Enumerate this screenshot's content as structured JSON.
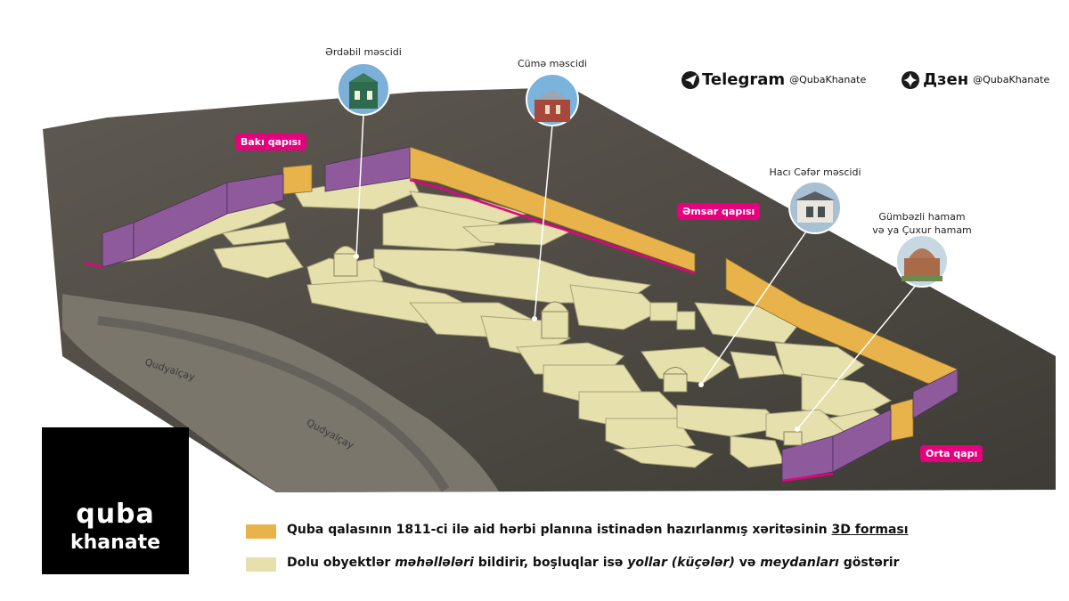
{
  "social": {
    "telegram_label": "Telegram",
    "telegram_handle": "@QubaKhanate",
    "dzen_label": "Дзен",
    "dzen_handle": "@QubaKhanate"
  },
  "landmarks": {
    "erdebil_mosque": "Ərdəbil məscidi",
    "cume_mosque": "Cümə məscidi",
    "haci_cefer_mosque": "Hacı Cəfər məscidi",
    "gumbezli_hamam_line1": "Gümbəzli hamam",
    "gumbezli_hamam_line2": "və ya Çuxur hamam"
  },
  "gates": {
    "baki": "Bakı qapısı",
    "emsar": "Əmsar qapısı",
    "orta": "Orta qapı"
  },
  "river": {
    "label_1": "Qudyalçay",
    "label_2": "Qudyalçay"
  },
  "logo": {
    "line1": "quba",
    "line2": "khanate"
  },
  "legend": {
    "row1_text": "Quba qalasının 1811-ci ilə aid hərbi planına istinadən hazırlanmış xəritəsinin",
    "row1_link": "3D forması",
    "row2_part1": "Dolu obyektlər",
    "row2_italic1": "məhəllələri",
    "row2_part2": "bildirir, boşluqlar isə",
    "row2_italic2": "yollar (küçələr)",
    "row2_part3": "və",
    "row2_italic3": "meydanları",
    "row2_part4": "göstərir"
  },
  "colors": {
    "wall_orange": "#e8b34a",
    "wall_purple": "#8e5a9c",
    "block_fill": "#e6e0ad",
    "gate_pink": "#e6007e",
    "logo_teal": "#3fd1a8"
  }
}
